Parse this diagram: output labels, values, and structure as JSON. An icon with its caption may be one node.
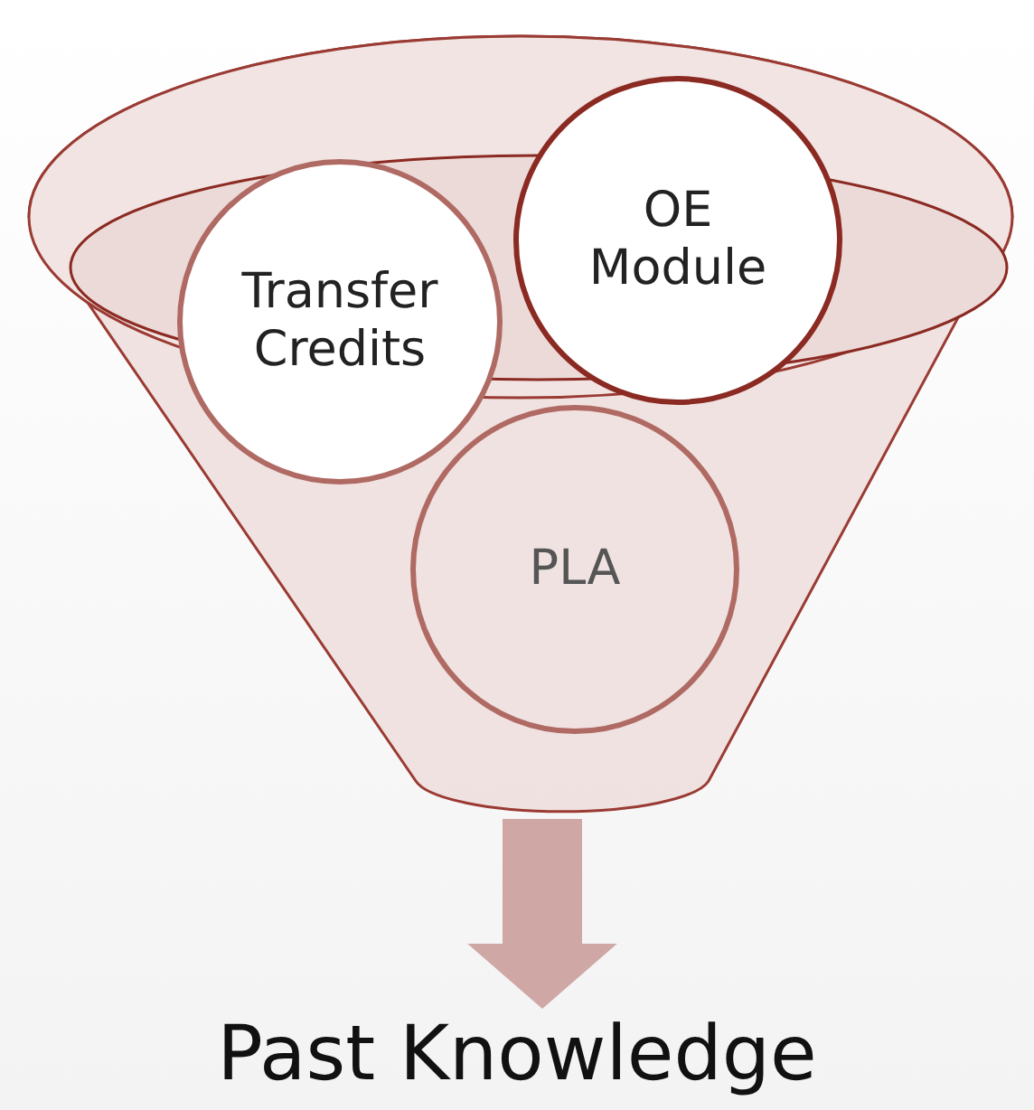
{
  "diagram": {
    "nodes": [
      {
        "text": [],
        "shape": "funnel"
      },
      {
        "text": [
          "Transfer Credits"
        ],
        "in": 0
      },
      {
        "text": [
          "OE Module"
        ],
        "in": 0
      },
      {
        "text": [
          "PLA"
        ],
        "in": 0
      },
      {
        "text": [
          "Past Knowledge"
        ]
      }
    ],
    "edges": [
      {
        "from": 0,
        "to": 4,
        "arrow": "to"
      }
    ]
  }
}
